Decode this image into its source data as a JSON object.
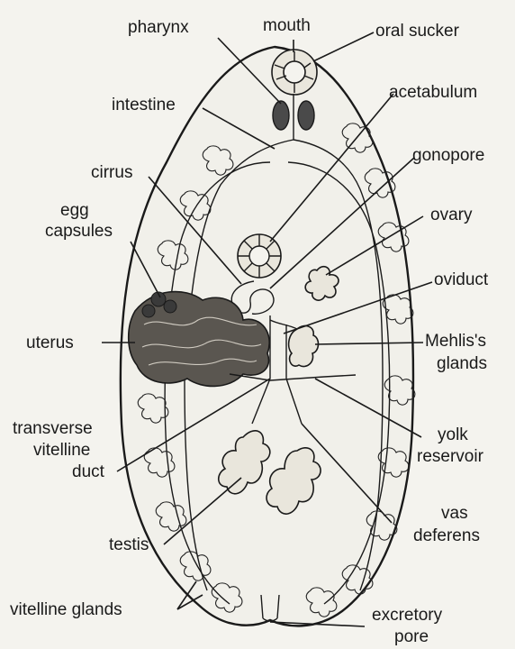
{
  "labels": {
    "pharynx": "pharynx",
    "mouth": "mouth",
    "oral_sucker": "oral sucker",
    "intestine": "intestine",
    "acetabulum": "acetabulum",
    "cirrus": "cirrus",
    "gonopore": "gonopore",
    "egg": "egg",
    "capsules": "capsules",
    "ovary": "ovary",
    "oviduct": "oviduct",
    "uterus": "uterus",
    "mehlis_line1": "Mehlis's",
    "mehlis_line2": "glands",
    "transverse_line1": "transverse",
    "transverse_line2": "vitelline",
    "transverse_line3": "duct",
    "yolk_line1": "yolk",
    "yolk_line2": "reservoir",
    "vas_line1": "vas",
    "vas_line2": "deferens",
    "testis": "testis",
    "vitelline_glands": "vitelline glands",
    "excretory_line1": "excretory",
    "excretory_line2": "pore"
  },
  "colors": {
    "ink": "#1a1a1a",
    "paper": "#f4f3ee"
  }
}
